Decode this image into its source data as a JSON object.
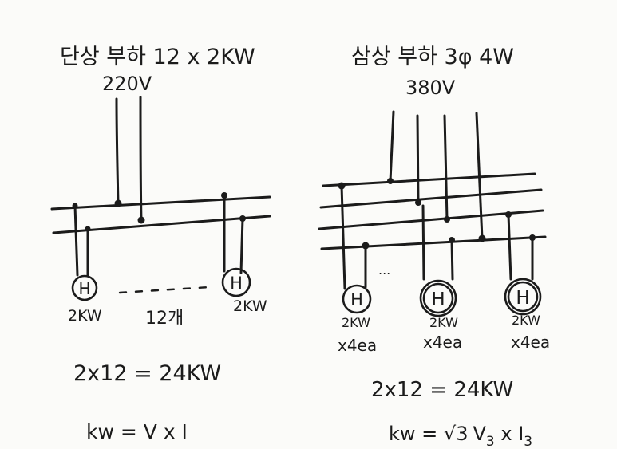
{
  "single_phase": {
    "title": "단상 부하  12 x 2KW",
    "voltage": "220V",
    "heater_label": "H",
    "left_kw": "2KW",
    "right_kw": "2KW",
    "count": "12개",
    "formula1": "2x12 = 24KW",
    "formula2": "kw = V x I"
  },
  "three_phase": {
    "title": "삼상 부하  3φ 4W",
    "voltage": "380V",
    "heater_label": "H",
    "group1_kw": "2KW",
    "group1_qty": "x4ea",
    "group2_kw": "2KW",
    "group2_qty": "x4ea",
    "group3_kw": "2KW",
    "group3_qty": "x4ea",
    "ellipsis": "...",
    "formula1": "2x12 = 24KW",
    "formula2_prefix": "kw = ",
    "formula2_sqrt": "√3",
    "formula2_v": "V",
    "formula2_v_sub": "3",
    "formula2_x": " x ",
    "formula2_i": "I",
    "formula2_i_sub": "3"
  }
}
